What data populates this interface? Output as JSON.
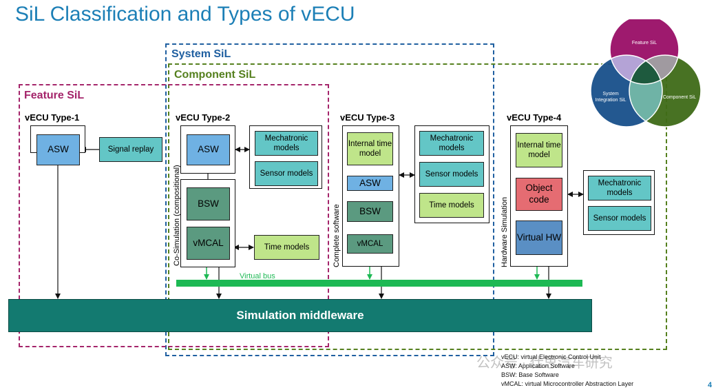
{
  "title": "SiL Classification and Types of vECU",
  "groups": {
    "system": "System SiL",
    "component": "Component SiL",
    "feature": "Feature SiL"
  },
  "venn": {
    "feature": "Feature SiL",
    "system": "System Integration SiL",
    "component": "Component SiL"
  },
  "types": {
    "t1": {
      "label": "vECU Type-1",
      "asw": "ASW",
      "signal": "Signal replay"
    },
    "t2": {
      "label": "vECU Type-2",
      "asw": "ASW",
      "bsw": "BSW",
      "vmcal": "vMCAL",
      "side": "Co-Simulation (compositional)",
      "mech": "Mechatronic models",
      "sensor": "Sensor models",
      "time": "Time models"
    },
    "t3": {
      "label": "vECU Type-3",
      "itm": "Internal time model",
      "asw": "ASW",
      "bsw": "BSW",
      "vmcal": "vMCAL",
      "side": "Complete software",
      "mech": "Mechatronic models",
      "sensor": "Sensor models",
      "time": "Time models"
    },
    "t4": {
      "label": "vECU Type-4",
      "itm": "Internal time model",
      "obj": "Object code",
      "vhw": "Virtual HW",
      "side": "Hardware Simulation",
      "mech": "Mechatronic models",
      "sensor": "Sensor models"
    }
  },
  "virtual_bus": "Virtual bus",
  "middleware": "Simulation middleware",
  "legend": [
    "vECU: virtual Electronic Control Unit",
    "ASW: Application Software",
    "BSW: Base Software",
    "vMCAL: virtual Microcontroller Abstraction Layer"
  ],
  "watermark": "公众号 · 仕思汽车研究",
  "page_number": "4",
  "colors": {
    "title": "#1c7fb6",
    "system": "#1f5fa0",
    "component": "#55801e",
    "feature": "#a4246a",
    "middleware": "#137a70",
    "bus": "#1db954"
  }
}
